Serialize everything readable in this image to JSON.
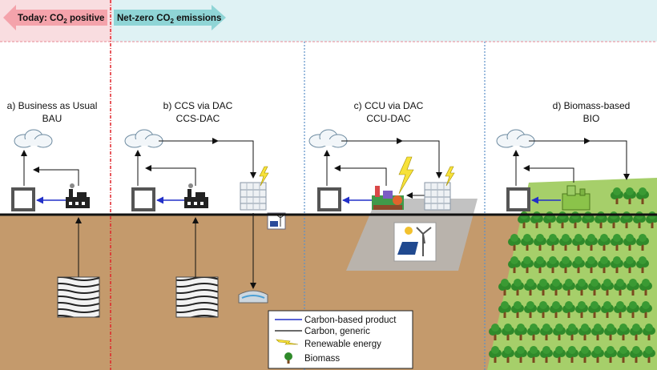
{
  "header": {
    "today_label": "Today: CO",
    "today_sub": "2",
    "today_suffix": " positive",
    "netzero_label": "Net-zero CO",
    "netzero_sub": "2",
    "netzero_suffix": " emissions"
  },
  "scenarios": [
    {
      "line1": "a) Business as Usual",
      "line2": "BAU"
    },
    {
      "line1": "b) CCS via DAC",
      "line2": "CCS-DAC"
    },
    {
      "line1": "c) CCU via DAC",
      "line2": "CCU-DAC"
    },
    {
      "line1": "d) Biomass-based",
      "line2": "BIO"
    }
  ],
  "legend": [
    {
      "label": "Carbon-based product",
      "kind": "blue-line"
    },
    {
      "label": "Carbon, generic",
      "kind": "black-line"
    },
    {
      "label": "Renewable energy",
      "kind": "lightning"
    },
    {
      "label": "Biomass",
      "kind": "tree"
    }
  ],
  "colors": {
    "header_pink": "#f9dde0",
    "header_cyan": "#dff2f4",
    "arrow_pink": "#f4a3ab",
    "arrow_cyan": "#8fd5d6",
    "soil": "#c49a6c",
    "red_divider": "#e0242a",
    "blue_divider": "#5b8fc9",
    "biomass_field": "#a6cf6a",
    "tree_canopy": "#2f8a2a",
    "blue_arrow": "#2230c8"
  }
}
